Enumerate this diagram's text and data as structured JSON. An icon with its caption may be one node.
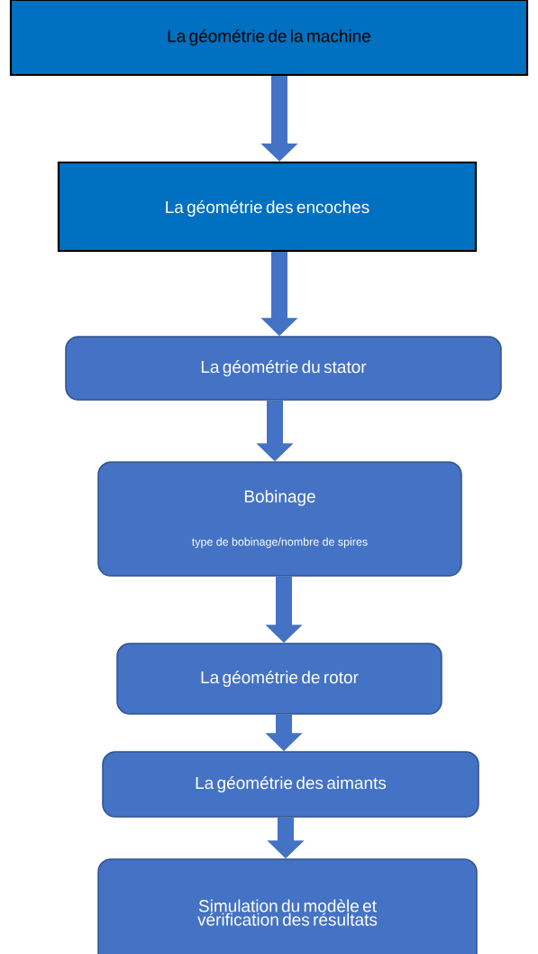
{
  "diagram": {
    "nodes": [
      {
        "text": [
          "La géométrie de la machine"
        ]
      },
      {
        "text": [
          "La géométrie des encoches"
        ]
      },
      {
        "text": [
          "La géométrie du stator"
        ]
      },
      {
        "text": [
          "Bobinage",
          "type de bobinage/nombre de spires"
        ]
      },
      {
        "text": [
          "La géométrie de rotor"
        ]
      },
      {
        "text": [
          "La géométrie des aimants"
        ]
      },
      {
        "text": [
          "Simulation du modèle et vérification des résultats"
        ]
      }
    ],
    "edges": [
      {
        "from": 0,
        "to": 1,
        "arrow": "to"
      },
      {
        "from": 1,
        "to": 2,
        "arrow": "to"
      },
      {
        "from": 2,
        "to": 3,
        "arrow": "to"
      },
      {
        "from": 3,
        "to": 4,
        "arrow": "to"
      },
      {
        "from": 4,
        "to": 5,
        "arrow": "to"
      },
      {
        "from": 5,
        "to": 6,
        "arrow": "to"
      }
    ]
  }
}
